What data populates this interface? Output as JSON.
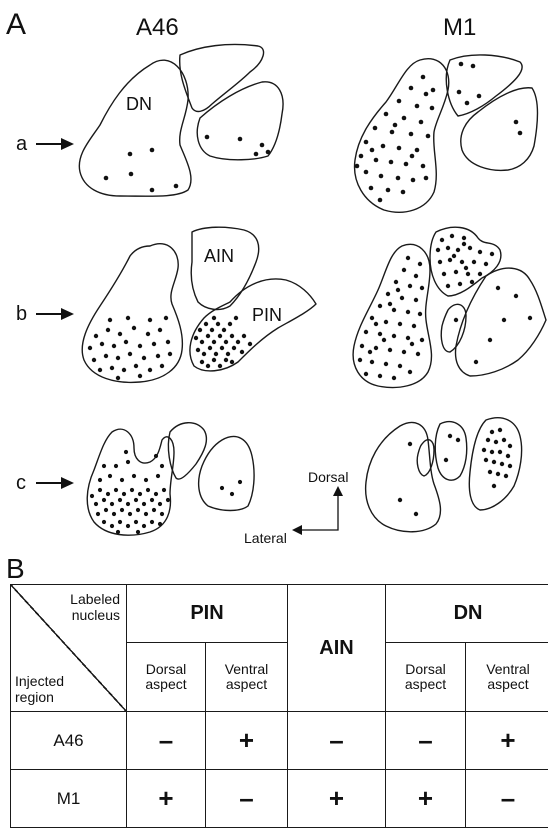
{
  "panel_a": {
    "letter": "A",
    "columns": [
      "A46",
      "M1"
    ],
    "rows": [
      "a",
      "b",
      "c"
    ],
    "nucleus_labels": {
      "dn": "DN",
      "ain": "AIN",
      "pin": "PIN"
    },
    "axes": {
      "dorsal": "Dorsal",
      "lateral": "Lateral"
    }
  },
  "panel_b": {
    "letter": "B",
    "corner_top": [
      "Labeled",
      "nucleus"
    ],
    "corner_bottom": [
      "Injected",
      "region"
    ],
    "nuclei": [
      "PIN",
      "AIN",
      "DN"
    ],
    "aspects": {
      "dorsal": [
        "Dorsal",
        "aspect"
      ],
      "ventral": [
        "Ventral",
        "aspect"
      ]
    },
    "rows": [
      {
        "region": "A46",
        "pin_dorsal": "–",
        "pin_ventral": "+",
        "ain": "–",
        "dn_dorsal": "–",
        "dn_ventral": "+"
      },
      {
        "region": "M1",
        "pin_dorsal": "+",
        "pin_ventral": "–",
        "ain": "+",
        "dn_dorsal": "+",
        "dn_ventral": "–"
      }
    ]
  }
}
